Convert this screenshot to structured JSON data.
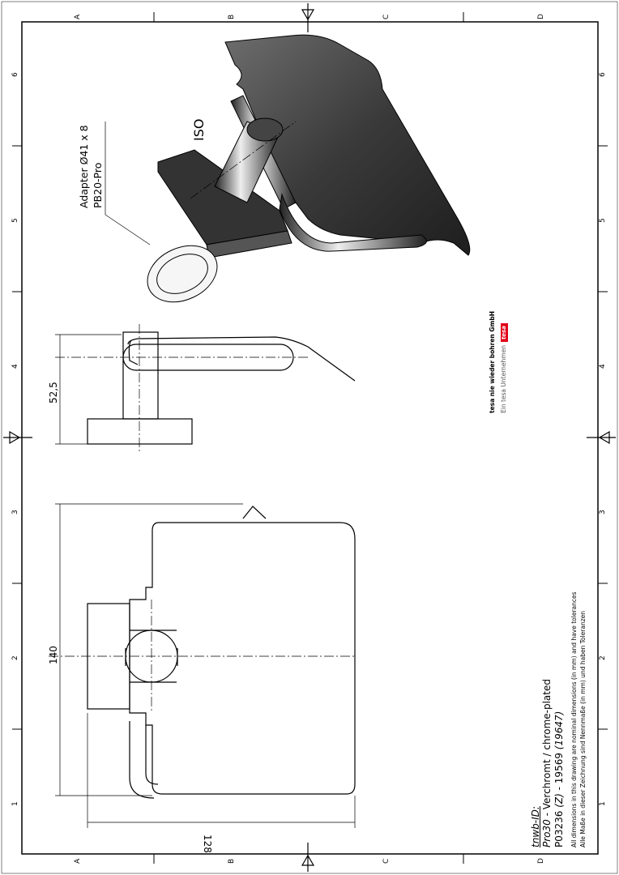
{
  "frame": {
    "zones_letters": [
      "A",
      "B",
      "C",
      "D"
    ],
    "zones_numbers": [
      "1",
      "2",
      "3",
      "4",
      "5",
      "6"
    ]
  },
  "title_block": {
    "id_label": "tnwb-ID:",
    "product_prefix": "Pro30",
    "product_rest": " - Verchromt / chrome-plated",
    "article": "P03236",
    "article_variant": "(Z)",
    "article_mid": " - 19569 ",
    "article_alt": "(19647)",
    "note_en": "All dimensions in this drawing are nominal dimensions (in mm) and have tolerances",
    "note_de": "Alle Maße in dieser Zeichnung sind Nennmaße (in mm) und haben Toleranzen"
  },
  "company": {
    "name": "tesa nie wieder bohren GmbH",
    "sub": "Ein tesa Unternehmen",
    "logo_text": "tesa",
    "logo_color": "#e2001a"
  },
  "annotations": {
    "adapter": "Adapter Ø41 x 8",
    "adapter_model": "PB20-Pro",
    "iso": "ISO"
  },
  "dimensions": {
    "depth": "52,5",
    "height": "140",
    "width": "128"
  }
}
